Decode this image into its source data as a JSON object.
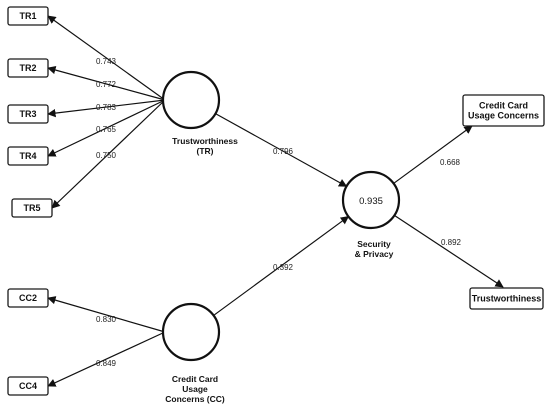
{
  "constructs": {
    "tr": {
      "label_lines": [
        "Trustworthiness",
        "(TR)"
      ]
    },
    "cc": {
      "label_lines": [
        "Credit Card",
        "Usage",
        "Concerns (CC)"
      ]
    },
    "sp": {
      "label_lines": [
        "Security",
        "& Privacy"
      ],
      "r_squared": "0.935"
    }
  },
  "indicators": {
    "tr1": {
      "label_lines": [
        "TR1"
      ]
    },
    "tr2": {
      "label_lines": [
        "TR2"
      ]
    },
    "tr3": {
      "label_lines": [
        "TR3"
      ]
    },
    "tr4": {
      "label_lines": [
        "TR4"
      ]
    },
    "tr5": {
      "label_lines": [
        "TR5"
      ]
    },
    "cc2": {
      "label_lines": [
        "CC2"
      ]
    },
    "cc4": {
      "label_lines": [
        "CC4"
      ]
    },
    "ccuc": {
      "label_lines": [
        "Credit Card",
        "Usage Concerns"
      ]
    },
    "trust": {
      "label_lines": [
        "Trustworthiness"
      ]
    }
  },
  "loadings": {
    "tr1": "0.743",
    "tr2": "0.772",
    "tr3": "0.783",
    "tr4": "0.765",
    "tr5": "0.750",
    "cc2": "0.830",
    "cc4": "0.849",
    "tr_sp": "0.796",
    "cc_sp": "0.392",
    "sp_ccuc": "0.668",
    "sp_trust": "0.892"
  },
  "colors": {
    "stroke": "#111111",
    "background": "#ffffff"
  }
}
